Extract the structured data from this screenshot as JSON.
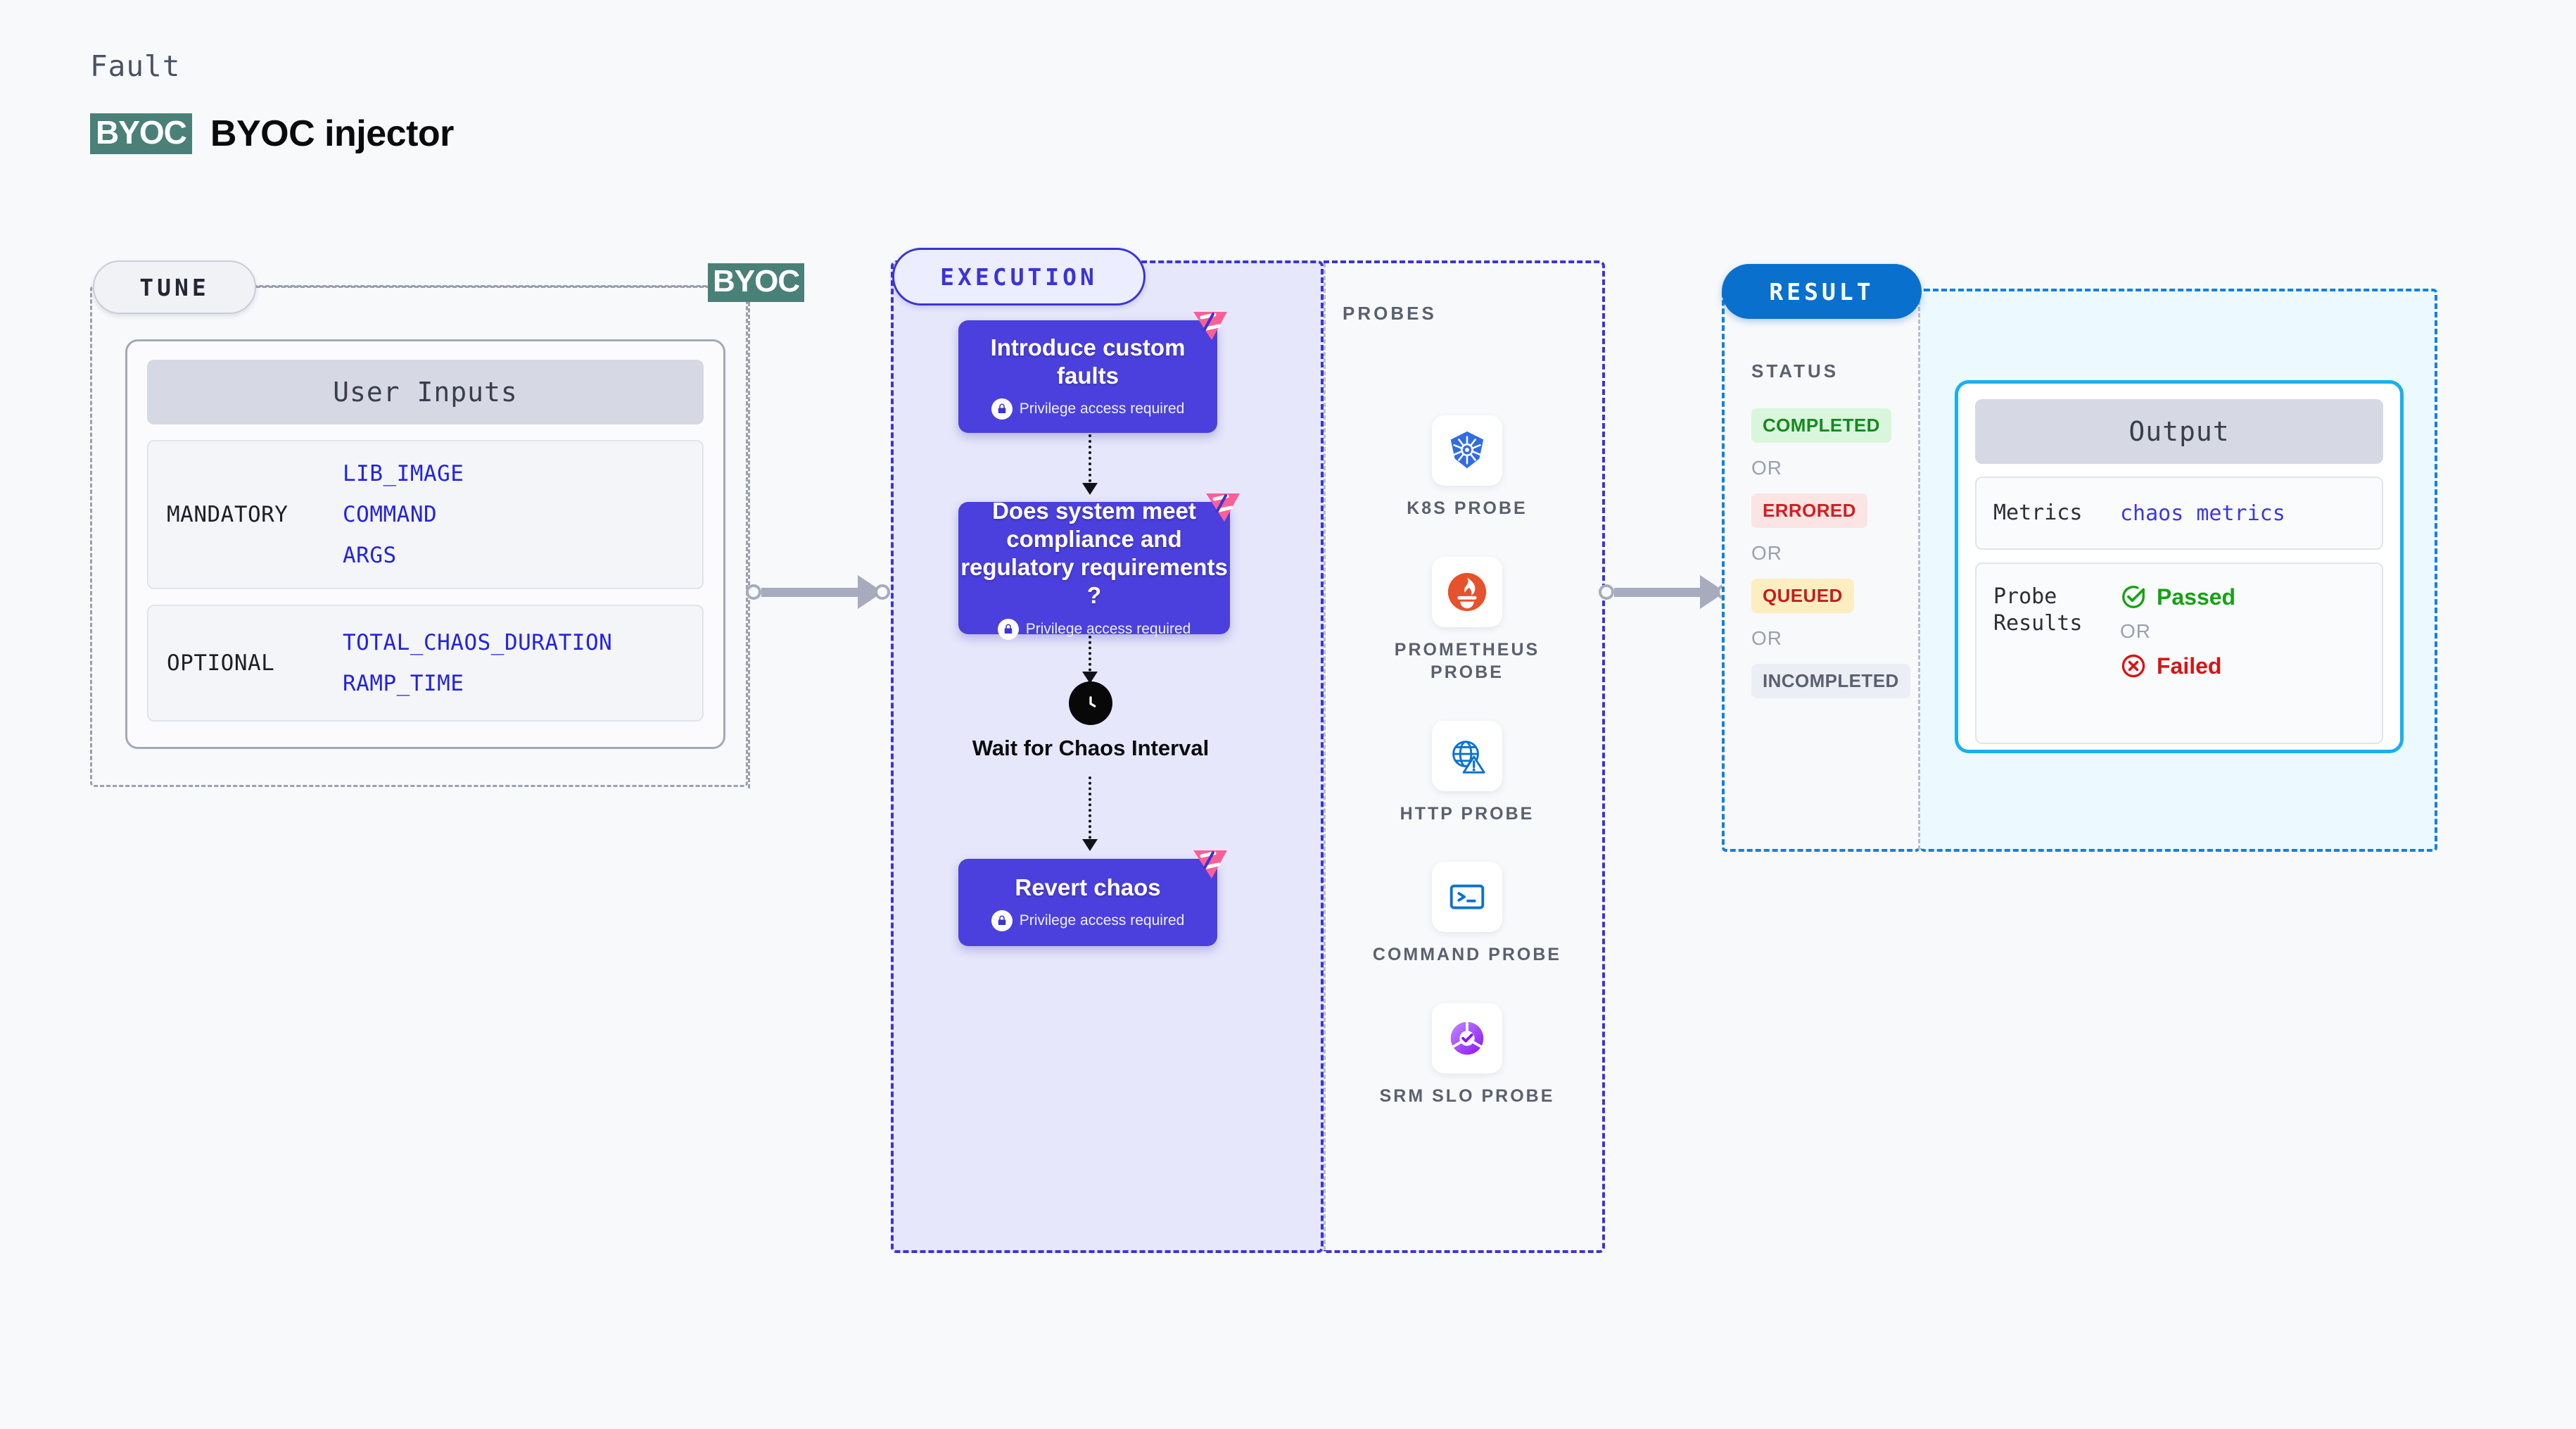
{
  "header": {
    "eyebrow": "Fault",
    "badge": "BYOC",
    "title": "BYOC injector"
  },
  "stages": {
    "tune": "TUNE",
    "execution": "EXECUTION",
    "result": "RESULT"
  },
  "tune": {
    "byoc_tag": "BYOC",
    "panel_title": "User Inputs",
    "groups": [
      {
        "tag": "MANDATORY",
        "values": [
          "LIB_IMAGE",
          "COMMAND",
          "ARGS"
        ]
      },
      {
        "tag": "OPTIONAL",
        "values": [
          "TOTAL_CHAOS_DURATION",
          "RAMP_TIME"
        ]
      }
    ]
  },
  "execution": {
    "privilege_label": "Privilege access required",
    "nodes": [
      {
        "title": "Introduce custom faults",
        "privilege": true
      },
      {
        "title": "Does system meet compliance and regulatory requirements ?",
        "privilege": true
      },
      {
        "title": "Revert chaos",
        "privilege": true
      }
    ],
    "wait": {
      "label": "Wait for Chaos Interval",
      "icon": "clock-icon"
    }
  },
  "probes": {
    "title": "PROBES",
    "items": [
      {
        "label": "K8S PROBE",
        "icon": "kubernetes-icon"
      },
      {
        "label": "PROMETHEUS PROBE",
        "icon": "prometheus-icon"
      },
      {
        "label": "HTTP PROBE",
        "icon": "http-globe-warning-icon"
      },
      {
        "label": "COMMAND PROBE",
        "icon": "terminal-icon"
      },
      {
        "label": "SRM SLO PROBE",
        "icon": "srm-slo-icon"
      }
    ]
  },
  "result": {
    "status_title": "STATUS",
    "or_label": "OR",
    "statuses": [
      {
        "label": "COMPLETED",
        "style": "completed"
      },
      {
        "label": "ERRORED",
        "style": "errored"
      },
      {
        "label": "QUEUED",
        "style": "queued"
      },
      {
        "label": "INCOMPLETED",
        "style": "incompleted"
      }
    ],
    "output": {
      "title": "Output",
      "metrics_key": "Metrics",
      "metrics_value": "chaos metrics",
      "probe_results_key": "Probe Results",
      "passed_label": "Passed",
      "failed_label": "Failed"
    }
  },
  "colors": {
    "accent_purple": "#4b40dd",
    "accent_blue": "#0a70cd",
    "accent_cyan": "#18b0ef",
    "byoc_green": "#4a8078",
    "pink_badge": "#fb5f96",
    "passed_green": "#13a313",
    "failed_red": "#d81414"
  }
}
